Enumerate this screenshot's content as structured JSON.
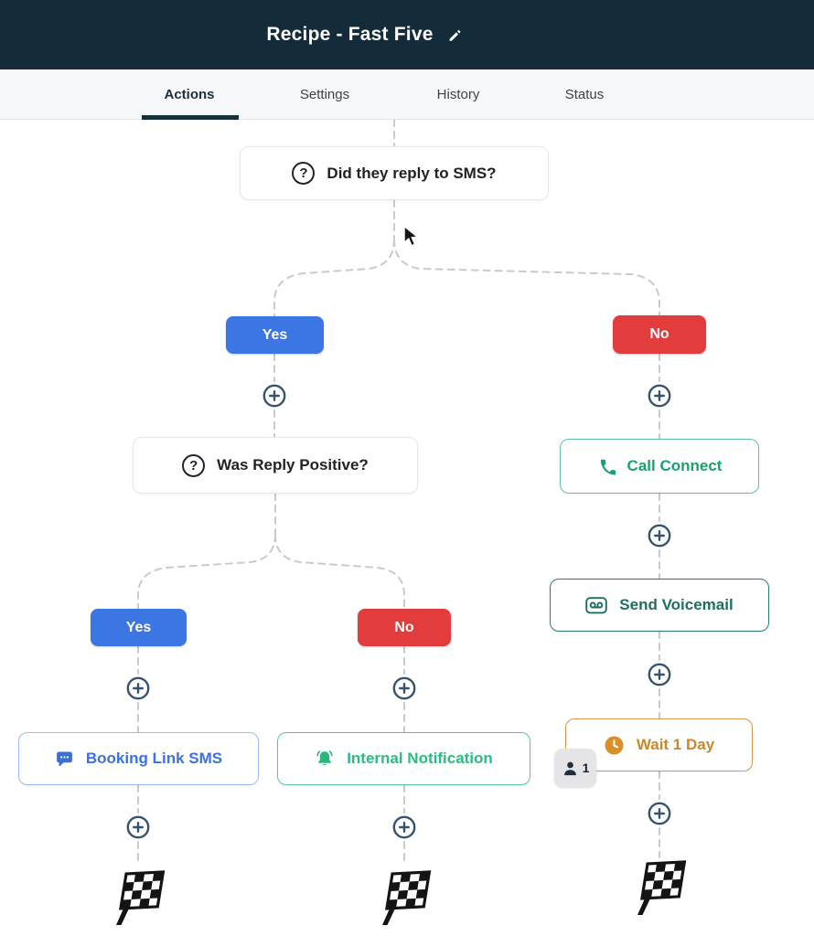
{
  "header": {
    "title": "Recipe - Fast Five"
  },
  "tabs": {
    "items": [
      {
        "label": "Actions",
        "active": true
      },
      {
        "label": "Settings",
        "active": false
      },
      {
        "label": "History",
        "active": false
      },
      {
        "label": "Status",
        "active": false
      }
    ]
  },
  "icons": {
    "question_glyph": "?"
  },
  "flow": {
    "q1": {
      "label": "Did they reply to SMS?"
    },
    "yes1": {
      "label": "Yes"
    },
    "no1": {
      "label": "No"
    },
    "q2": {
      "label": "Was Reply Positive?"
    },
    "yes2": {
      "label": "Yes"
    },
    "no2": {
      "label": "No"
    },
    "booking_sms": {
      "label": "Booking Link SMS"
    },
    "internal_notification": {
      "label": "Internal Notification"
    },
    "call_connect": {
      "label": "Call Connect"
    },
    "send_voicemail": {
      "label": "Send Voicemail"
    },
    "wait": {
      "label": "Wait 1 Day",
      "contact_count": "1"
    }
  },
  "colors": {
    "header_bg": "#142c3a",
    "tab_active_underline": "#17303f",
    "yes_pill": "#3b76e3",
    "no_pill": "#e23c3c",
    "booking_sms": "#3b72dd",
    "internal_notification": "#2bbd80",
    "call_connect": "#17a36a",
    "send_voicemail": "#1d6f5e",
    "wait": "#ce8728",
    "plus_ring": "#35536d",
    "connector": "#c8cacc"
  }
}
